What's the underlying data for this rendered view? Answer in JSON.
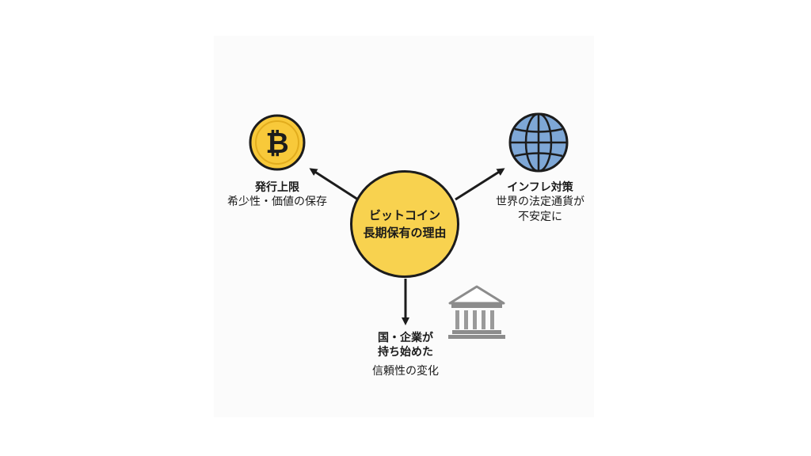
{
  "center": {
    "line1": "ビットコイン",
    "line2": "長期保有の理由",
    "color": "#f8d24f"
  },
  "nodes": {
    "supply_cap": {
      "title": "発行上限",
      "desc": "希少性・価値の保存",
      "icon": "bitcoin-coin-icon"
    },
    "inflation": {
      "title": "インフレ対策",
      "desc_line1": "世界の法定通貨が",
      "desc_line2": "不安定に",
      "icon": "globe-icon"
    },
    "institutions": {
      "title_line1": "国・企業が",
      "title_line2": "持ち始めた",
      "desc": "信頼性の変化",
      "icon": "bank-building-icon"
    }
  },
  "colors": {
    "coin": "#f8c93a",
    "globe": "#7ea7d6",
    "outline": "#1c1c1c",
    "bank": "#9a9a9a"
  }
}
